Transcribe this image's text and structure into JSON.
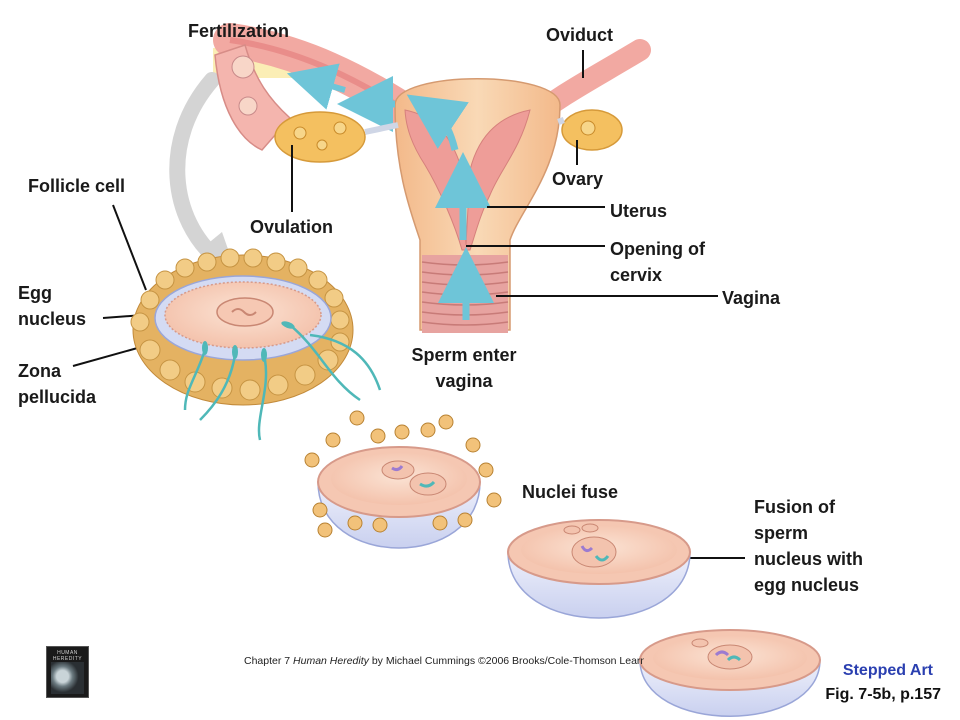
{
  "labels": {
    "fertilization": "Fertilization",
    "oviduct": "Oviduct",
    "ovary": "Ovary",
    "follicle_cell": "Follicle cell",
    "ovulation": "Ovulation",
    "uterus": "Uterus",
    "opening_of_cervix_line1": "Opening of",
    "opening_of_cervix_line2": "cervix",
    "vagina": "Vagina",
    "egg_nucleus_line1": "Egg",
    "egg_nucleus_line2": "nucleus",
    "zona_pellucida_line1": "Zona",
    "zona_pellucida_line2": "pellucida",
    "sperm_enter_line1": "Sperm enter",
    "sperm_enter_line2": "vagina",
    "nuclei_fuse": "Nuclei fuse",
    "fusion_line1": "Fusion of",
    "fusion_line2": "sperm",
    "fusion_line3": "nucleus with",
    "fusion_line4": "egg nucleus"
  },
  "caption": {
    "prefix": "Chapter 7 ",
    "book": "Human Heredity",
    "suffix": " by Michael Cummings ©2006 Brooks/Cole-Thomson Learning"
  },
  "footer": {
    "stepped_art": "Stepped Art",
    "figure_ref": "Fig. 7-5b, p.157"
  },
  "book_cover": {
    "title": "HUMAN HEREDITY"
  },
  "colors": {
    "uterus": "#f6c99a",
    "uterus_inner": "#e9a9a0",
    "ovary": "#f4c060",
    "follicle": "#e9b65e",
    "egg_cytoplasm": "#f7d2c0",
    "zona": "#cfd6f2",
    "sperm": "#4fb8b8",
    "arrow": "#6ec5d8"
  }
}
